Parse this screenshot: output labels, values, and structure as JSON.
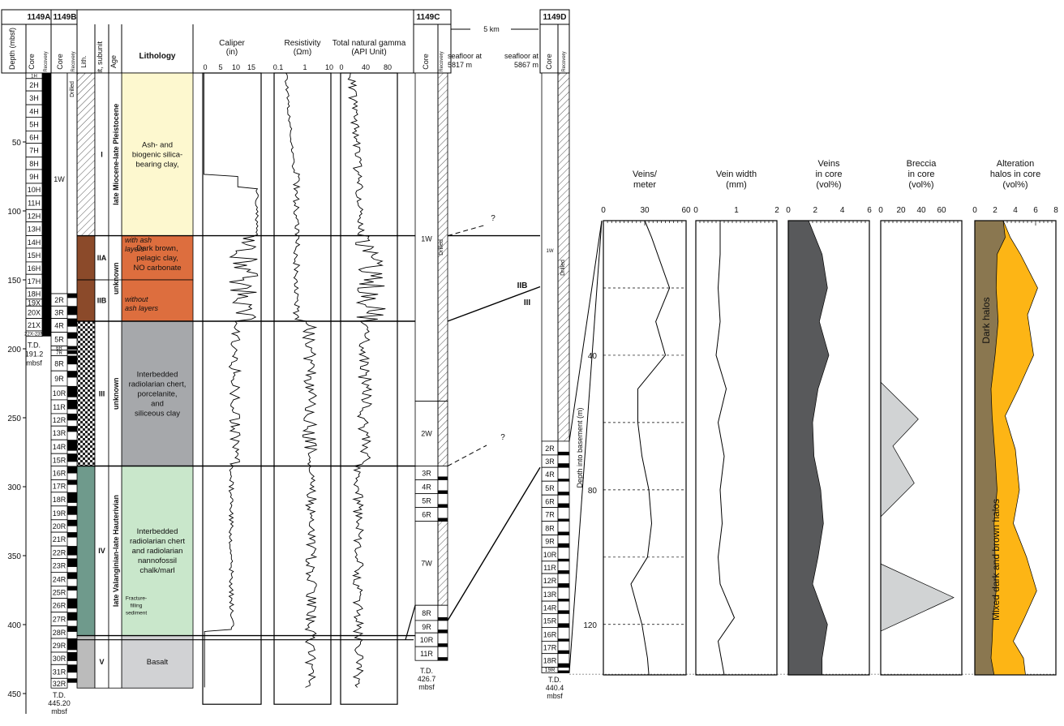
{
  "headers": {
    "h1149A": "1149A",
    "h1149B": "1149B",
    "h1149C": "1149C",
    "h1149D": "1149D",
    "depth": "Depth (mbsf)",
    "core": "Core",
    "recovery": "Recovery",
    "lith": "Lith.",
    "unit": "Unit, subunit",
    "age": "Age",
    "lithology": "Lithology",
    "scale": "5 km",
    "seafloorC": [
      "seafloor at",
      "5817 m"
    ],
    "seafloorD": [
      "seafloor at",
      "5867 m"
    ]
  },
  "depth_ticks": [
    "50",
    "100",
    "150",
    "200",
    "250",
    "300",
    "350",
    "400",
    "450"
  ],
  "cores_1149A": [
    {
      "label": "1H",
      "top": 0,
      "bot": 4
    },
    {
      "label": "2H",
      "top": 4,
      "bot": 13
    },
    {
      "label": "3H",
      "top": 13,
      "bot": 23
    },
    {
      "label": "4H",
      "top": 23,
      "bot": 32
    },
    {
      "label": "5H",
      "top": 32,
      "bot": 42
    },
    {
      "label": "6H",
      "top": 42,
      "bot": 51
    },
    {
      "label": "7H",
      "top": 51,
      "bot": 61
    },
    {
      "label": "8H",
      "top": 61,
      "bot": 70
    },
    {
      "label": "9H",
      "top": 70,
      "bot": 80
    },
    {
      "label": "10H",
      "top": 80,
      "bot": 89
    },
    {
      "label": "11H",
      "top": 89,
      "bot": 99
    },
    {
      "label": "12H",
      "top": 99,
      "bot": 108
    },
    {
      "label": "13H",
      "top": 108,
      "bot": 118
    },
    {
      "label": "14H",
      "top": 118,
      "bot": 127
    },
    {
      "label": "15H",
      "top": 127,
      "bot": 137
    },
    {
      "label": "16H",
      "top": 137,
      "bot": 146
    },
    {
      "label": "17H",
      "top": 146,
      "bot": 156
    },
    {
      "label": "18H",
      "top": 156,
      "bot": 164
    },
    {
      "label": "19X",
      "top": 164,
      "bot": 169
    },
    {
      "label": "20X",
      "top": 169,
      "bot": 178
    },
    {
      "label": "21X",
      "top": 178,
      "bot": 187
    },
    {
      "label": "22X-23N",
      "top": 187,
      "bot": 191
    }
  ],
  "td_1149A": [
    "T.D.",
    "191.2",
    "mbsf"
  ],
  "drilled_1149B": "1W",
  "cores_1149B": [
    {
      "label": "2R",
      "top": 160,
      "bot": 169
    },
    {
      "label": "3R",
      "top": 169,
      "bot": 178
    },
    {
      "label": "4R",
      "top": 178,
      "bot": 188
    },
    {
      "label": "5R",
      "top": 188,
      "bot": 198
    },
    {
      "label": "6R",
      "top": 198,
      "bot": 201
    },
    {
      "label": "7R",
      "top": 201,
      "bot": 205
    },
    {
      "label": "8R",
      "top": 205,
      "bot": 216
    },
    {
      "label": "9R",
      "top": 216,
      "bot": 227
    },
    {
      "label": "10R",
      "top": 227,
      "bot": 237
    },
    {
      "label": "11R",
      "top": 237,
      "bot": 247
    },
    {
      "label": "12R",
      "top": 247,
      "bot": 256
    },
    {
      "label": "13R",
      "top": 256,
      "bot": 266
    },
    {
      "label": "14R",
      "top": 266,
      "bot": 276
    },
    {
      "label": "15R",
      "top": 276,
      "bot": 285
    },
    {
      "label": "16R",
      "top": 285,
      "bot": 295
    },
    {
      "label": "17R",
      "top": 295,
      "bot": 304
    },
    {
      "label": "18R",
      "top": 304,
      "bot": 314
    },
    {
      "label": "19R",
      "top": 314,
      "bot": 324
    },
    {
      "label": "20R",
      "top": 324,
      "bot": 333
    },
    {
      "label": "21R",
      "top": 333,
      "bot": 343
    },
    {
      "label": "22R",
      "top": 343,
      "bot": 352
    },
    {
      "label": "23R",
      "top": 352,
      "bot": 362
    },
    {
      "label": "24R",
      "top": 362,
      "bot": 372
    },
    {
      "label": "25R",
      "top": 372,
      "bot": 381
    },
    {
      "label": "26R",
      "top": 381,
      "bot": 391
    },
    {
      "label": "27R",
      "top": 391,
      "bot": 401
    },
    {
      "label": "28R",
      "top": 401,
      "bot": 410
    },
    {
      "label": "29R",
      "top": 410,
      "bot": 420
    },
    {
      "label": "30R",
      "top": 420,
      "bot": 429
    },
    {
      "label": "31R",
      "top": 429,
      "bot": 439
    },
    {
      "label": "32R",
      "top": 439,
      "bot": 446
    }
  ],
  "td_1149B": [
    "T.D.",
    "445.20",
    "mbsf"
  ],
  "units": [
    {
      "label": "I",
      "top": 0,
      "bot": 118,
      "color": "#fdf8cf",
      "age": "late Miocene-late Pleistocene",
      "lith": [
        "Ash- and",
        "biogenic silica-",
        "bearing clay,"
      ]
    },
    {
      "label": "IIA",
      "top": 118,
      "bot": 150,
      "color": "#dd6e3e",
      "age": "unknown",
      "lith": [
        "Dark brown,",
        "pelagic clay,",
        "NO carbonate"
      ]
    },
    {
      "label": "IIB",
      "top": 150,
      "bot": 180,
      "color": "#dd6e3e",
      "age": "",
      "lith": []
    },
    {
      "label": "III",
      "top": 180,
      "bot": 285,
      "color": "#a6a8ab",
      "age": "unknown",
      "lith": [
        "Interbedded",
        "radiolarian chert,",
        "porcelanite,",
        "and",
        "siliceous clay"
      ]
    },
    {
      "label": "IV",
      "top": 285,
      "bot": 408,
      "color": "#c9e7cb",
      "age": "late Valanginian-late Hauterivian",
      "lith": [
        "Interbedded",
        "radiolarian chert",
        "and radiolarian",
        "nannofossil",
        "chalk/marl"
      ]
    },
    {
      "label": "V",
      "top": 408,
      "bot": 446,
      "color": "#d1d2d4",
      "age": "",
      "lith": [
        "Basalt"
      ]
    }
  ],
  "lith_notes": {
    "with_ash": [
      "with ash",
      "layers"
    ],
    "without_ash": [
      "without",
      "ash layers"
    ],
    "fracture": [
      "Fracture-",
      "filling",
      "sediment"
    ]
  },
  "logs": {
    "caliper": {
      "title": [
        "Caliper",
        "(in)"
      ],
      "ticks": [
        "0",
        "5",
        "10",
        "15"
      ]
    },
    "resistivity": {
      "title": [
        "Resistivity",
        "(Ωm)"
      ],
      "ticks": [
        "0.1",
        "1",
        "10"
      ]
    },
    "gamma": {
      "title": [
        "Total natural gamma",
        "(API Unit)"
      ],
      "ticks": [
        "0",
        "40",
        "80"
      ]
    }
  },
  "cores_1149C": [
    {
      "label": "1W",
      "top": 0,
      "bot": 238,
      "drilled": true
    },
    {
      "label": "2W",
      "top": 238,
      "bot": 285,
      "drilled": true
    },
    {
      "label": "3R",
      "top": 285,
      "bot": 295
    },
    {
      "label": "4R",
      "top": 295,
      "bot": 305
    },
    {
      "label": "5R",
      "top": 305,
      "bot": 315
    },
    {
      "label": "6R",
      "top": 315,
      "bot": 325
    },
    {
      "label": "7W",
      "top": 325,
      "bot": 386,
      "drilled": true
    },
    {
      "label": "8R",
      "top": 386,
      "bot": 397
    },
    {
      "label": "9R",
      "top": 397,
      "bot": 406
    },
    {
      "label": "10R",
      "top": 406,
      "bot": 416
    },
    {
      "label": "11R",
      "top": 416,
      "bot": 426
    }
  ],
  "td_1149C": [
    "T.D.",
    "426.7",
    "mbsf"
  ],
  "cores_1149D": [
    {
      "label": "1W",
      "top": 0,
      "bot": 267,
      "drilled": true
    },
    {
      "label": "2R",
      "top": 267,
      "bot": 277
    },
    {
      "label": "3R",
      "top": 277,
      "bot": 286
    },
    {
      "label": "4R",
      "top": 286,
      "bot": 296
    },
    {
      "label": "5R",
      "top": 296,
      "bot": 306
    },
    {
      "label": "6R",
      "top": 306,
      "bot": 315
    },
    {
      "label": "7R",
      "top": 315,
      "bot": 325
    },
    {
      "label": "8R",
      "top": 325,
      "bot": 335
    },
    {
      "label": "9R",
      "top": 335,
      "bot": 344
    },
    {
      "label": "10R",
      "top": 344,
      "bot": 354
    },
    {
      "label": "11R",
      "top": 354,
      "bot": 363
    },
    {
      "label": "12R",
      "top": 363,
      "bot": 373
    },
    {
      "label": "13R",
      "top": 373,
      "bot": 383
    },
    {
      "label": "14R",
      "top": 383,
      "bot": 392
    },
    {
      "label": "15R",
      "top": 392,
      "bot": 402
    },
    {
      "label": "16R",
      "top": 402,
      "bot": 412
    },
    {
      "label": "17R",
      "top": 412,
      "bot": 421
    },
    {
      "label": "18R",
      "top": 421,
      "bot": 431
    },
    {
      "label": "19R",
      "top": 431,
      "bot": 435
    }
  ],
  "td_1149D": [
    "T.D.",
    "440.4",
    "mbsf"
  ],
  "drilled_text": "Drilled",
  "correlation": {
    "q1": "?",
    "q2": "?",
    "IIB": "IIB",
    "III": "III"
  },
  "chart_data": {
    "type": "area",
    "ylabel": "Depth into basement (m)",
    "ylim": [
      0,
      135
    ],
    "yticks": [
      40,
      80,
      120
    ],
    "dashed_depths": [
      20,
      40,
      60,
      80,
      100,
      120
    ],
    "panels": [
      {
        "title": [
          "Veins/",
          "meter"
        ],
        "xlim": [
          0,
          60
        ],
        "xticks": [
          "0",
          "30",
          "60"
        ],
        "style": "line",
        "x": [
          30,
          35,
          48,
          38,
          45,
          25,
          25,
          28,
          33,
          35,
          32,
          20,
          28,
          32,
          33
        ],
        "depth": [
          0,
          5,
          20,
          30,
          40,
          50,
          60,
          70,
          80,
          90,
          100,
          108,
          120,
          130,
          135
        ]
      },
      {
        "title": [
          "Vein width",
          "(mm)"
        ],
        "xlim": [
          0,
          2
        ],
        "xticks": [
          "0",
          "1",
          "2"
        ],
        "style": "line",
        "x": [
          0.6,
          0.6,
          0.55,
          0.6,
          0.5,
          0.75,
          0.55,
          0.7,
          0.6,
          0.65,
          0.55,
          0.6,
          0.95,
          0.55,
          0.7
        ],
        "depth": [
          0,
          10,
          20,
          30,
          40,
          50,
          60,
          70,
          80,
          90,
          100,
          108,
          118,
          125,
          135
        ]
      },
      {
        "title": [
          "Veins",
          "in core",
          "(vol%)"
        ],
        "xlim": [
          0,
          6
        ],
        "xticks": [
          "0",
          "2",
          "4",
          "6"
        ],
        "style": "area",
        "fill": "#58595b",
        "x": [
          1.5,
          2.5,
          2.9,
          2.3,
          3.0,
          2.2,
          1.8,
          1.9,
          2.4,
          2.6,
          2.2,
          1.8,
          2.9,
          2.5,
          2.5
        ],
        "depth": [
          0,
          10,
          20,
          30,
          40,
          50,
          60,
          70,
          80,
          90,
          100,
          108,
          120,
          130,
          135
        ]
      },
      {
        "title": [
          "Breccia",
          "in core",
          "(vol%)"
        ],
        "xlim": [
          0,
          80
        ],
        "xticks": [
          "0",
          "20",
          "40",
          "60"
        ],
        "style": "area",
        "fill": "#d1d3d4",
        "x": [
          0,
          0,
          0,
          0,
          0,
          0,
          37,
          12,
          33,
          0,
          0,
          72,
          0,
          0
        ],
        "depth": [
          0,
          20,
          25,
          40,
          45,
          48,
          59,
          67,
          78,
          88,
          102,
          112,
          122,
          135
        ]
      },
      {
        "title": [
          "Alteration",
          "halos in core",
          "(vol%)"
        ],
        "xlim": [
          0,
          8
        ],
        "xticks": [
          "0",
          "2",
          "4",
          "6",
          "8"
        ],
        "style": "stack",
        "fill_lower": "#8a7750",
        "fill_upper": "#fdb515",
        "dark": [
          2.8,
          3,
          2.2,
          2.1,
          2.3,
          2.0,
          1.6,
          1.7,
          2.0,
          2.2,
          1.9,
          2.0,
          2.1,
          1.8,
          1.7,
          1.6,
          1.9
        ],
        "depth_dark": [
          0,
          5,
          10,
          20,
          30,
          40,
          50,
          58,
          70,
          80,
          90,
          100,
          110,
          118,
          125,
          130,
          135
        ],
        "total": [
          2.8,
          3.5,
          4.5,
          6.2,
          5.2,
          5.8,
          4.3,
          3.0,
          4.0,
          4.4,
          3.8,
          5.1,
          6.1,
          4.9,
          3.8,
          4.8,
          5.0
        ],
        "depth_total": [
          0,
          5,
          10,
          20,
          28,
          40,
          50,
          58,
          68,
          80,
          90,
          100,
          110,
          118,
          125,
          130,
          135
        ],
        "labels": [
          "Dark halos",
          "Mixed dark and brown halos"
        ]
      }
    ]
  }
}
